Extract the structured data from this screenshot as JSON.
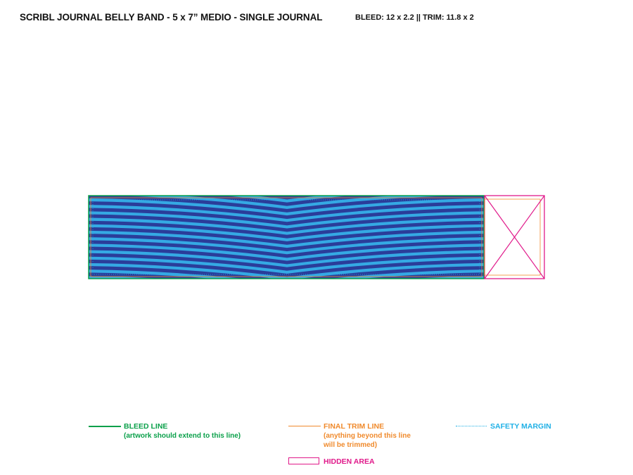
{
  "header": {
    "title": "SCRIBL JOURNAL BELLY BAND - 5 x 7” MEDIO - SINGLE JOURNAL",
    "specs": "BLEED: 12 x 2.2 || TRIM: 11.8 x 2"
  },
  "legend": {
    "bleed": {
      "label": "BLEED LINE",
      "note": "(artwork should extend to this line)",
      "color": "#0aa04a"
    },
    "trim": {
      "label": "FINAL TRIM LINE",
      "note_1": "(anything beyond this line",
      "note_2": "will be trimmed)",
      "color": "#f08a2c"
    },
    "safety": {
      "label": "SAFETY MARGIN",
      "color": "#1fb0e6"
    },
    "hidden": {
      "label": "HIDDEN AREA",
      "color": "#e0198a"
    }
  },
  "artwork": {
    "pattern": "curved-stripes",
    "primary_color": "#2a3d9a",
    "secondary_color": "#35a9e4"
  }
}
